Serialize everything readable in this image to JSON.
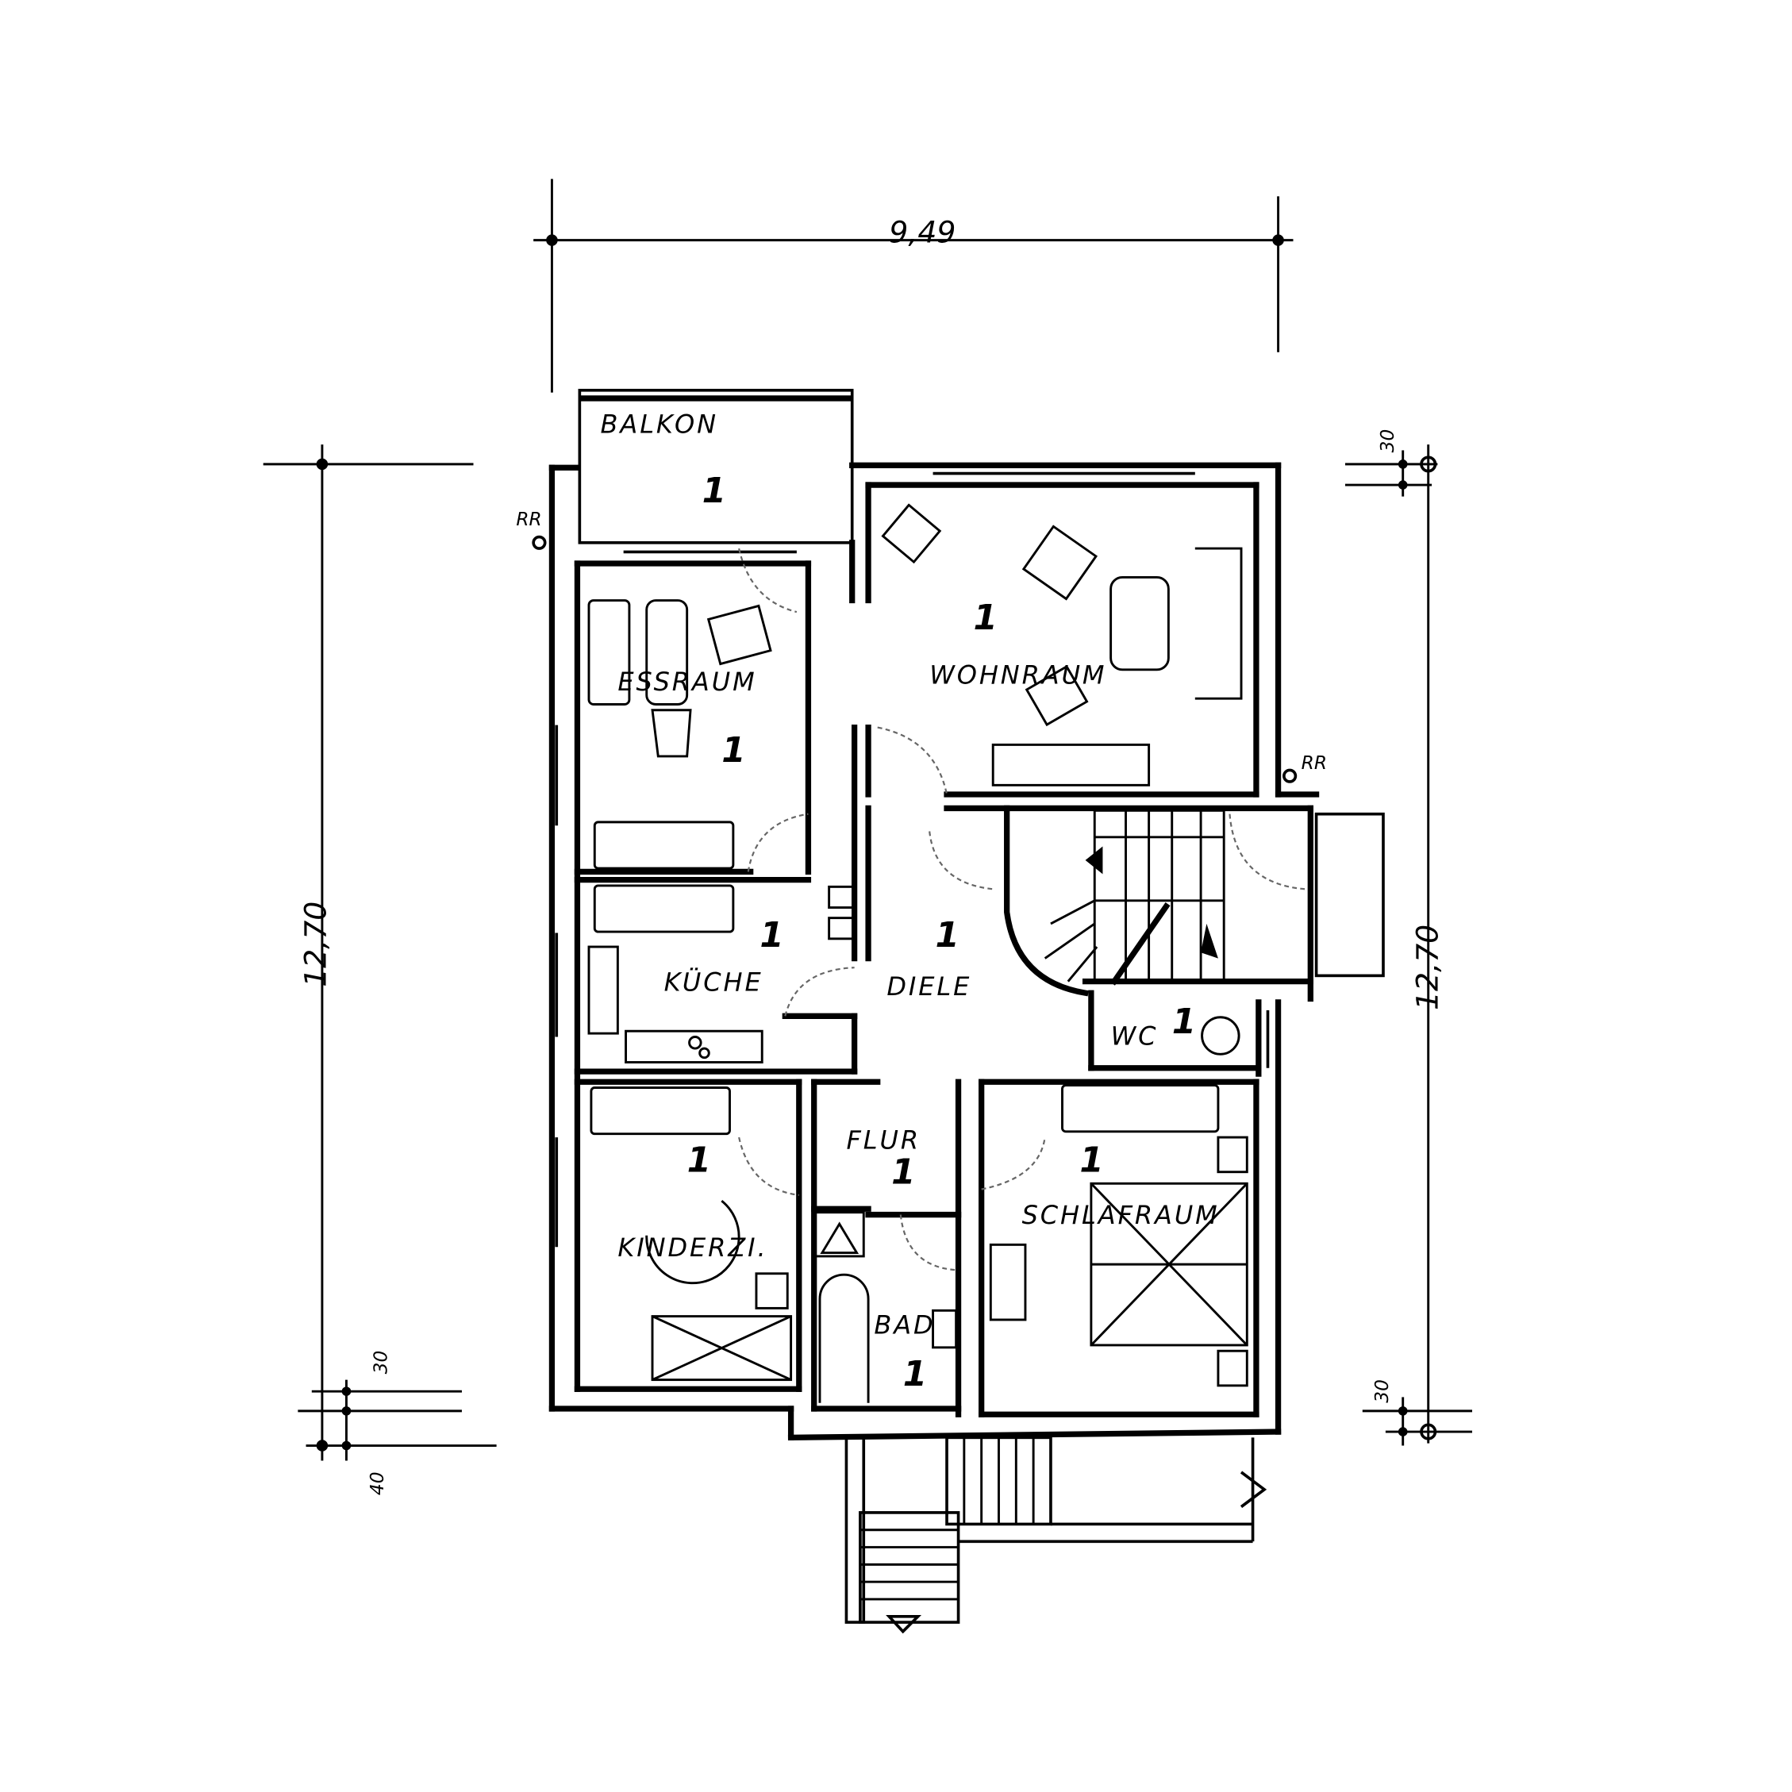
{
  "dimensions": {
    "width_total": "9,49",
    "height_left": "12,70",
    "height_right": "12,70",
    "top_right_offset": "30",
    "bottom_right_offset": "30",
    "bottom_left_offset_a": "30",
    "bottom_left_offset_b": "40"
  },
  "rooms": {
    "balkon": {
      "name": "BALKON",
      "count": "1"
    },
    "essraum": {
      "name": "ESSRAUM",
      "count": "1"
    },
    "wohnraum": {
      "name": "WOHNRAUM",
      "count": "1"
    },
    "kueche": {
      "name": "KÜCHE",
      "count": "1"
    },
    "diele": {
      "name": "DIELE",
      "count": "1"
    },
    "wc": {
      "name": "WC",
      "count": "1"
    },
    "flur": {
      "name": "FLUR",
      "count": "1"
    },
    "bad": {
      "name": "BAD",
      "count": "1"
    },
    "kinderzi": {
      "name": "KINDERZI.",
      "count": "1"
    },
    "schlafraum": {
      "name": "SCHLAFRAUM",
      "count": "1"
    }
  },
  "markers": {
    "rr_left": "RR",
    "rr_right": "RR"
  }
}
